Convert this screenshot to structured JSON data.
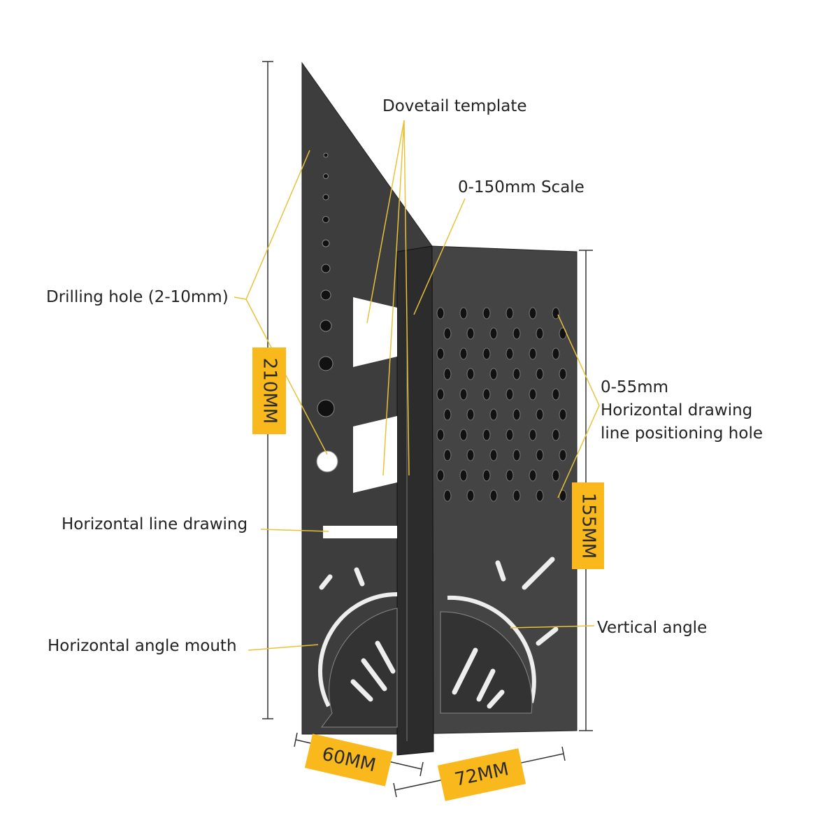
{
  "labels": {
    "dovetail": "Dovetail template",
    "scale": "0-150mm Scale",
    "drilling": "Drilling hole (2-10mm)",
    "positioning_line1": "0-55mm",
    "positioning_line2": "Horizontal drawing",
    "positioning_line3": "line positioning hole",
    "horizontal_line": "Horizontal line drawing",
    "vertical_angle": "Vertical angle",
    "horizontal_angle": "Horizontal angle mouth"
  },
  "dimensions": {
    "height_total": "210MM",
    "height_right": "155MM",
    "width_left": "60MM",
    "width_right": "72MM"
  },
  "colors": {
    "badge": "#f9b81b",
    "leader": "#e8c23a",
    "tool": "#3a3a3a"
  }
}
